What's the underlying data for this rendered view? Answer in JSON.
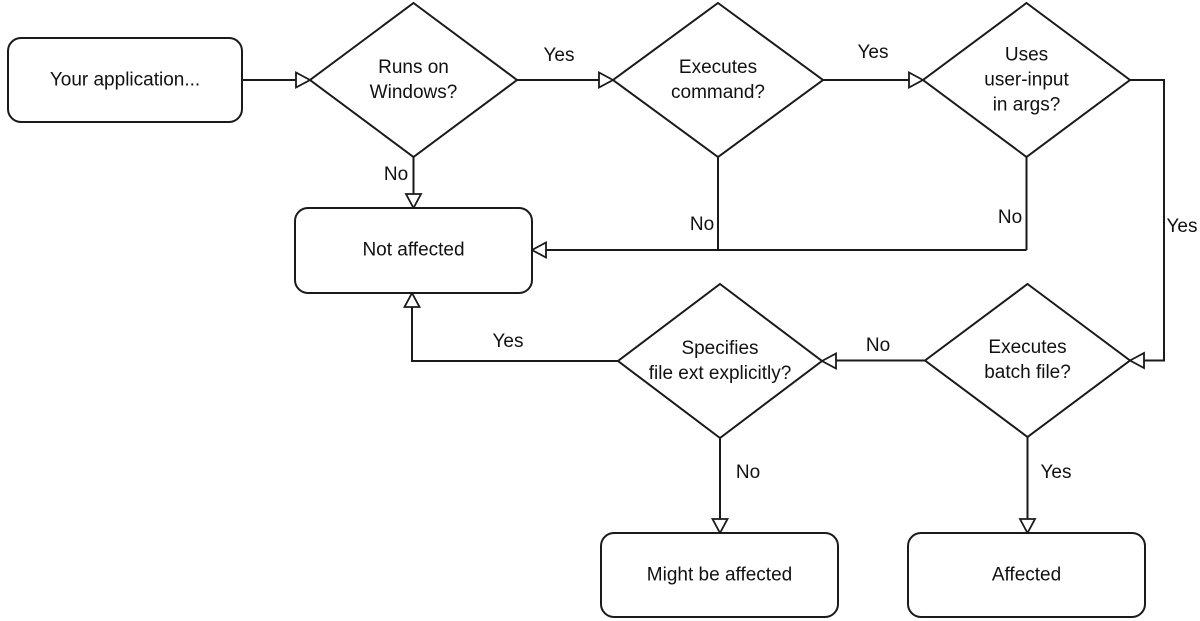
{
  "diagram": {
    "type": "flowchart",
    "colors": {
      "stroke": "#1a1a1a",
      "node_fill": "#ffffff",
      "text": "#111111",
      "background": "#ffffff"
    },
    "nodes": {
      "start": {
        "label": "Your application...",
        "shape": "rounded-rect"
      },
      "runs_on_windows": {
        "label": "Runs on\nWindows?",
        "shape": "decision"
      },
      "executes_command": {
        "label": "Executes\ncommand?",
        "shape": "decision"
      },
      "uses_user_input": {
        "label": "Uses\nuser-input\nin args?",
        "shape": "decision"
      },
      "not_affected": {
        "label": "Not affected",
        "shape": "rounded-rect"
      },
      "specifies_file_ext": {
        "label": "Specifies\nfile ext explicitly?",
        "shape": "decision"
      },
      "executes_batch_file": {
        "label": "Executes\nbatch file?",
        "shape": "decision"
      },
      "might_be_affected": {
        "label": "Might be affected",
        "shape": "rounded-rect"
      },
      "affected": {
        "label": "Affected",
        "shape": "rounded-rect"
      }
    },
    "edges": [
      {
        "from": "start",
        "to": "runs_on_windows",
        "label": ""
      },
      {
        "from": "runs_on_windows",
        "to": "executes_command",
        "label": "Yes"
      },
      {
        "from": "executes_command",
        "to": "uses_user_input",
        "label": "Yes"
      },
      {
        "from": "runs_on_windows",
        "to": "not_affected",
        "label": "No"
      },
      {
        "from": "executes_command",
        "to": "not_affected",
        "label": "No"
      },
      {
        "from": "uses_user_input",
        "to": "not_affected",
        "label": "No"
      },
      {
        "from": "uses_user_input",
        "to": "executes_batch_file",
        "label": "Yes"
      },
      {
        "from": "executes_batch_file",
        "to": "specifies_file_ext",
        "label": "No"
      },
      {
        "from": "specifies_file_ext",
        "to": "not_affected",
        "label": "Yes"
      },
      {
        "from": "specifies_file_ext",
        "to": "might_be_affected",
        "label": "No"
      },
      {
        "from": "executes_batch_file",
        "to": "affected",
        "label": "Yes"
      }
    ]
  }
}
